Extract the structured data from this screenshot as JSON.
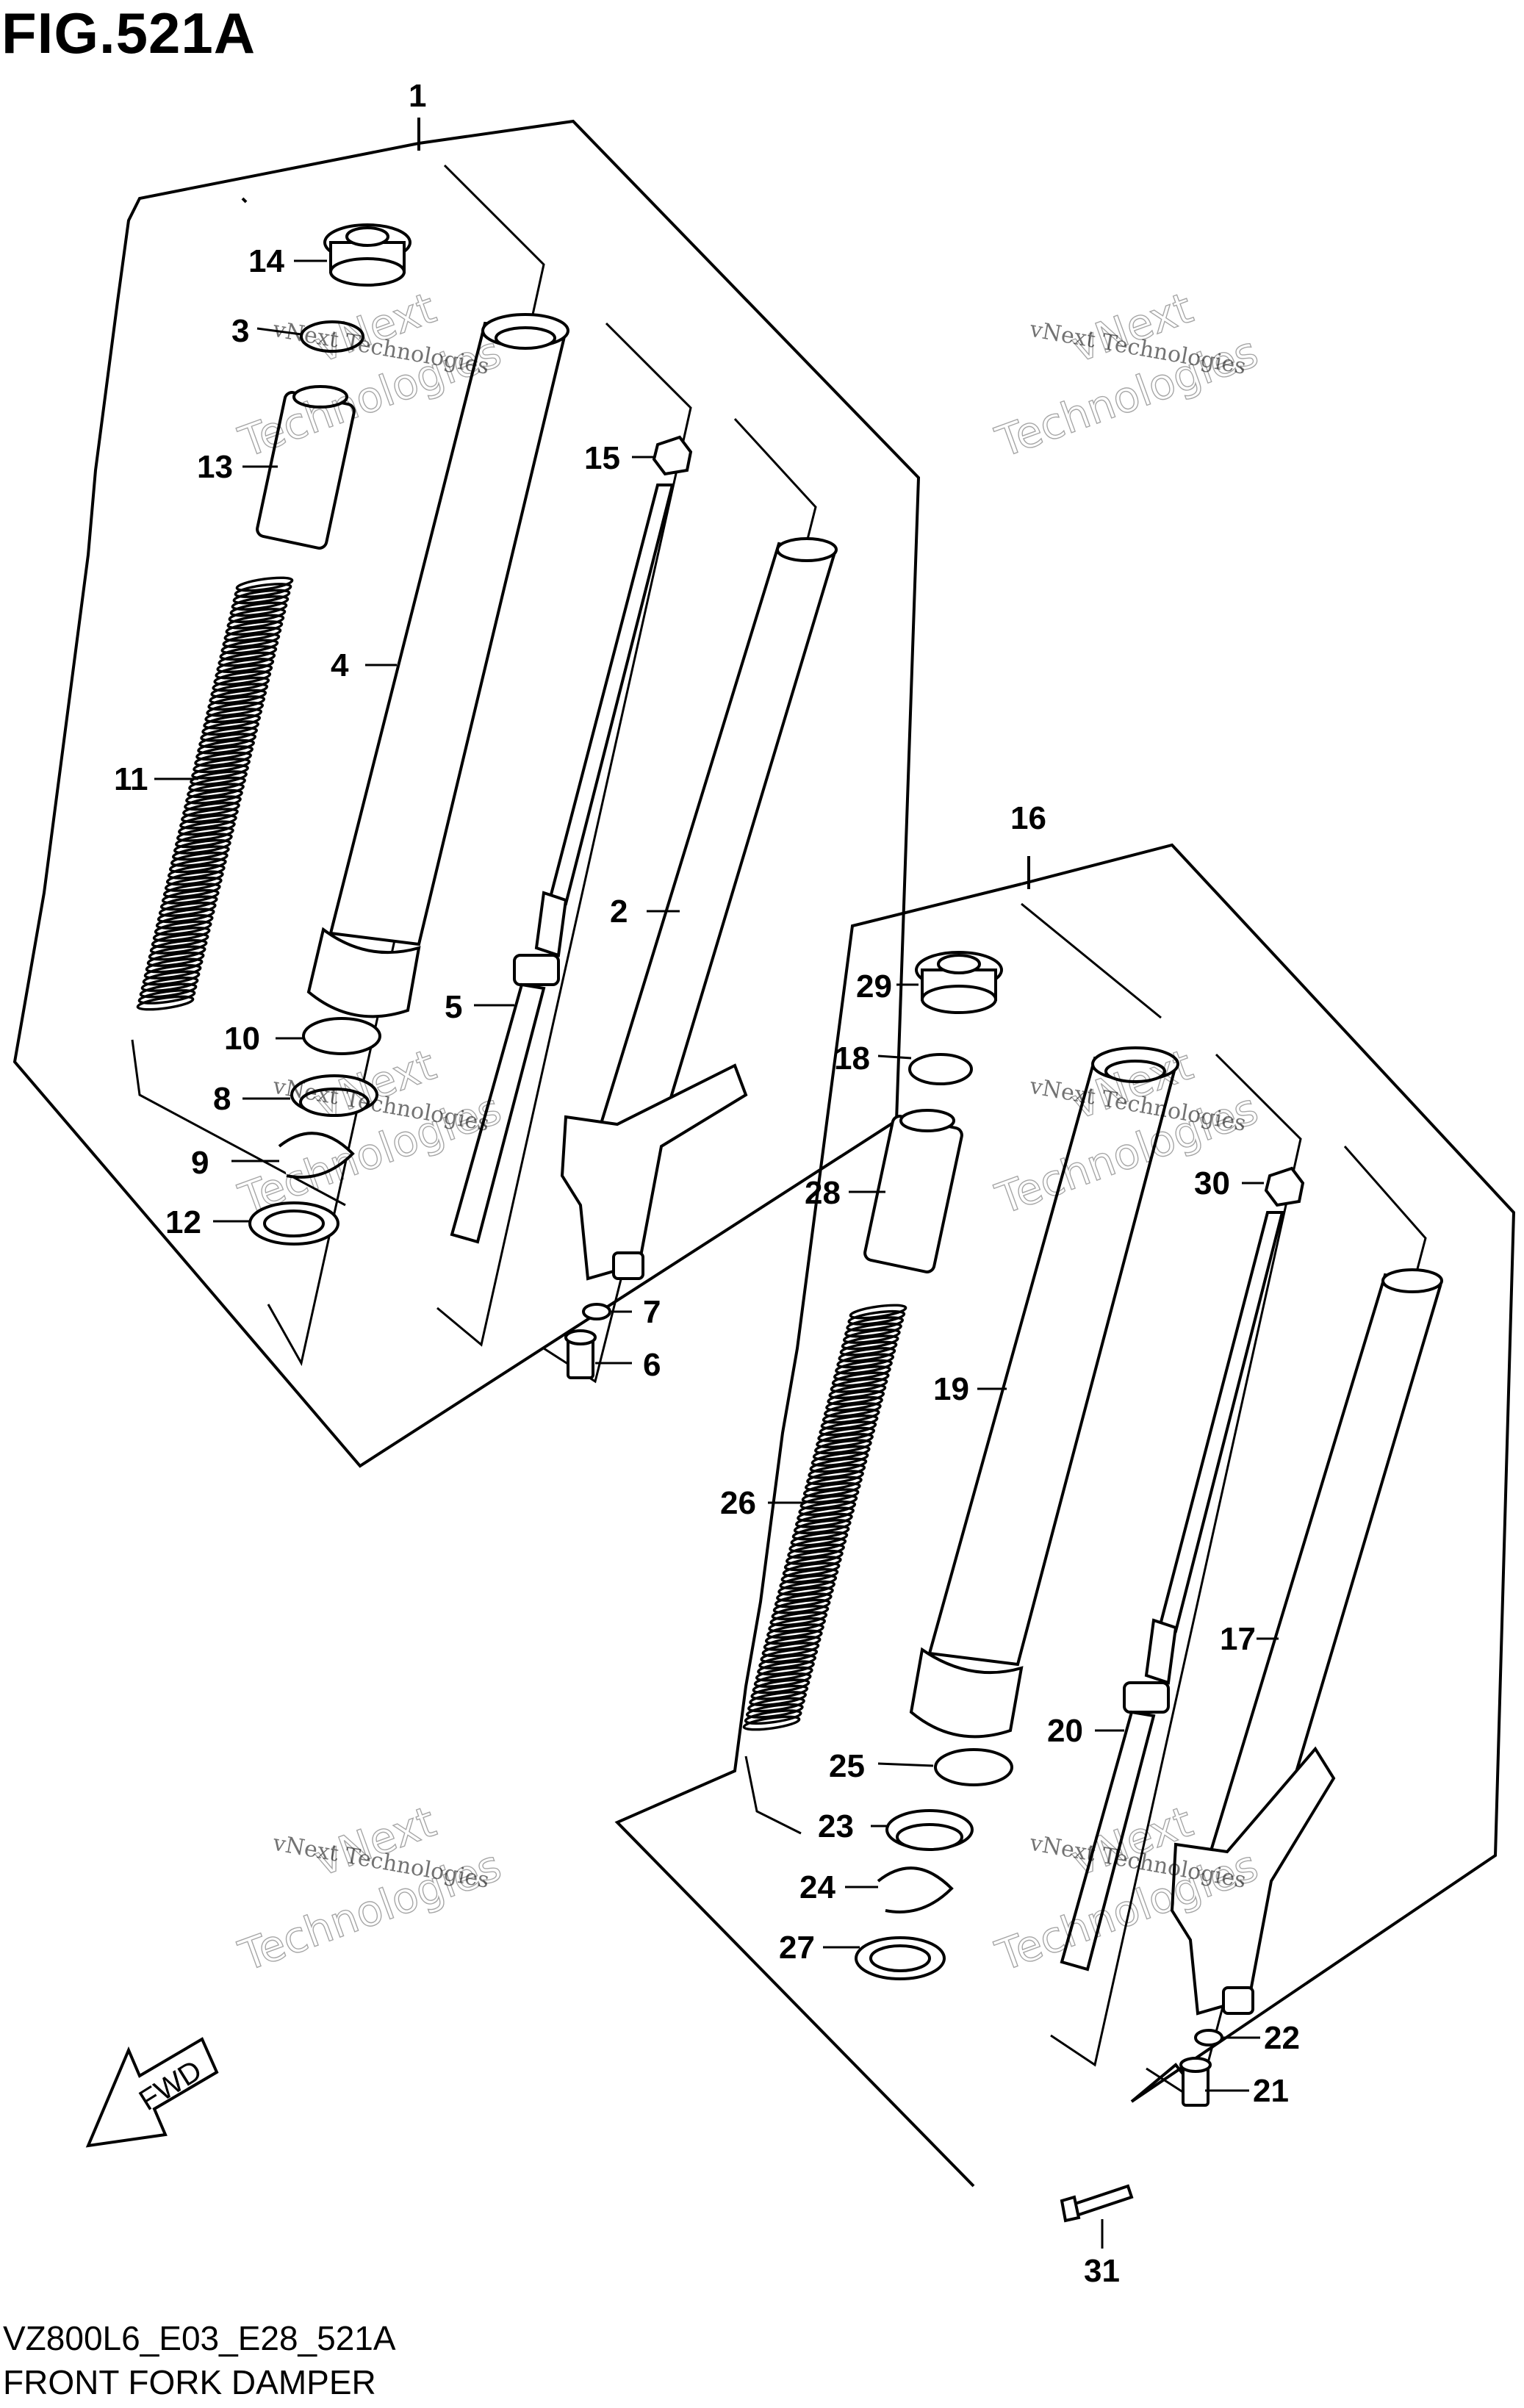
{
  "figure": {
    "title": "FIG.521A",
    "model_code": "VZ800L6_E03_E28_521A",
    "name": "FRONT FORK DAMPER",
    "direction_label": "FWD"
  },
  "watermark": {
    "line1": "vNext Technologies",
    "line2": "vNext",
    "line3": "Technologies"
  },
  "callouts": {
    "c1": "1",
    "c2": "2",
    "c3": "3",
    "c4": "4",
    "c5": "5",
    "c6": "6",
    "c7": "7",
    "c8": "8",
    "c9": "9",
    "c10": "10",
    "c11": "11",
    "c12": "12",
    "c13": "13",
    "c14": "14",
    "c15": "15",
    "c16": "16",
    "c17": "17",
    "c18": "18",
    "c19": "19",
    "c20": "20",
    "c21": "21",
    "c22": "22",
    "c23": "23",
    "c24": "24",
    "c25": "25",
    "c26": "26",
    "c27": "27",
    "c28": "28",
    "c29": "29",
    "c30": "30",
    "c31": "31"
  }
}
